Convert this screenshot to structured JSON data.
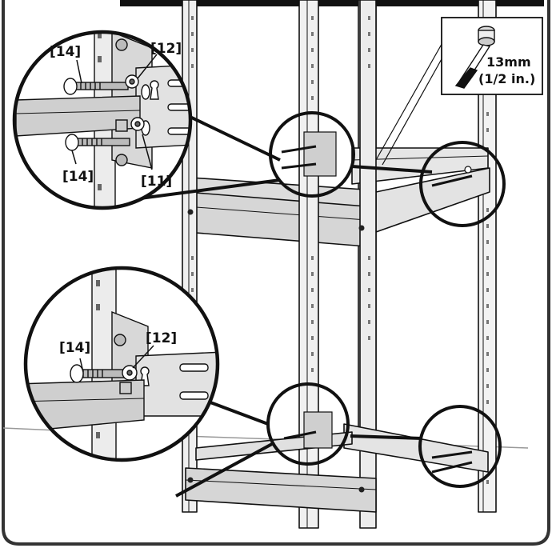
{
  "callouts": {
    "top_bolt_upper": "[14]",
    "top_washer": "[12]",
    "top_bolt_lower": "[14]",
    "top_nut": "[11]",
    "bottom_bolt": "[14]",
    "bottom_washer": "[12]"
  },
  "tool": {
    "size_mm": "13mm",
    "size_in": "(1/2 in.)",
    "icon": "socket-wrench-icon"
  },
  "colors": {
    "outline": "#111111",
    "frame_fill": "#ececec",
    "frame_shade": "#cfcfcf",
    "panel_border": "#333333"
  }
}
